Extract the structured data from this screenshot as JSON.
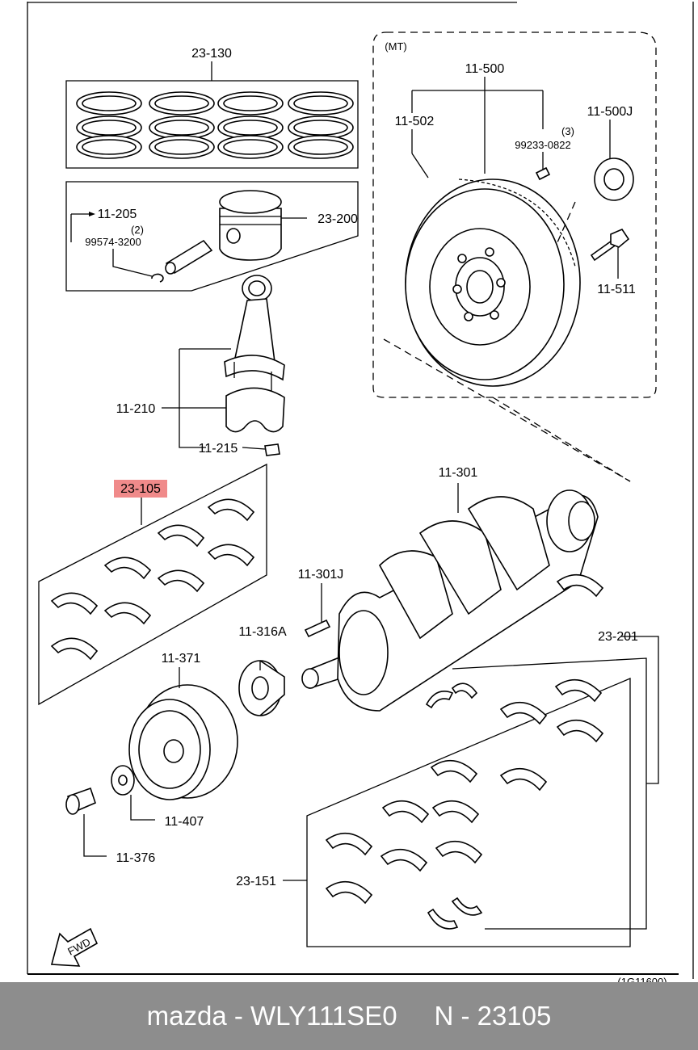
{
  "labels": {
    "p23_130": "23-130",
    "mt": "(MT)",
    "p11_500": "11-500",
    "p11_502": "11-502",
    "qty3": "(3)",
    "p99233": "99233-0822",
    "p11_500j": "11-500J",
    "p11_205": "11-205",
    "qty2": "(2)",
    "p99574": "99574-3200",
    "p23_200": "23-200",
    "p11_511": "11-511",
    "p11_210": "11-210",
    "p11_215": "11-215",
    "p23_105": "23-105",
    "p11_301": "11-301",
    "p11_301j": "11-301J",
    "p11_316a": "11-316A",
    "p11_371": "11-371",
    "p23_201": "23-201",
    "p11_407": "11-407",
    "p11_376": "11-376",
    "p23_151": "23-151",
    "fwd": "FWD",
    "ref": "(1G11600)"
  },
  "highlight": {
    "part": "23-105",
    "color": "#f08a8a"
  },
  "footer": {
    "text": "mazda - WLY111SE0     N - 23105",
    "background": "#8d8d8d",
    "color": "#ffffff"
  }
}
